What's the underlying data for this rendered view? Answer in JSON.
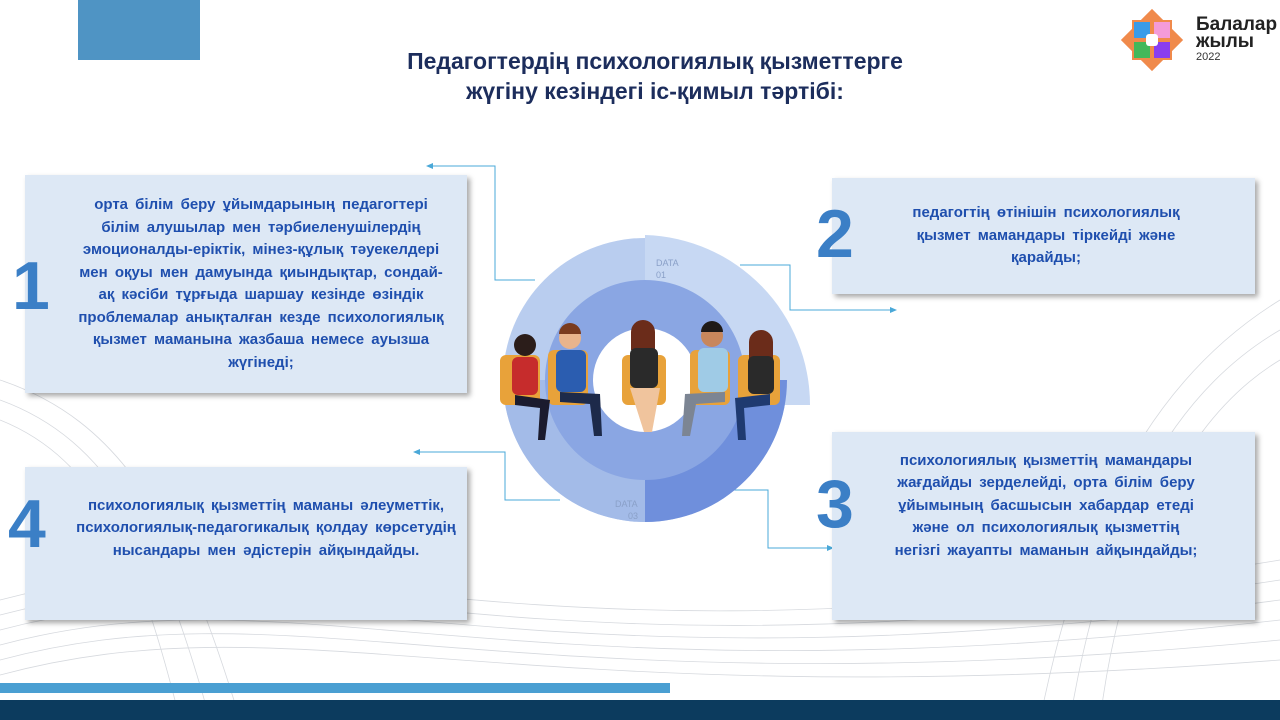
{
  "title": {
    "line1": "Педагогтердің психологиялық қызметтерге",
    "line2": "жүгіну кезіндегі іс-қимыл тәртібі:"
  },
  "logo": {
    "line1": "Балалар",
    "line2": "жылы",
    "year": "2022"
  },
  "steps": [
    {
      "number": "1",
      "text": "орта білім беру ұйымдарының педагогтері білім алушылар мен тәрбиеленушілердің эмоционалды-еріктік, мінез-құлық тәуекелдері мен оқуы мен дамуында қиындықтар, сондай-ақ кәсіби тұрғыда шаршау кезінде өзіндік проблемалар анықталған кезде психологиялық қызмет маманына жазбаша немесе ауызша жүгінеді;"
    },
    {
      "number": "2",
      "text": "педагогтің өтінішін психологиялық қызмет мамандары тіркейді және қарайды;"
    },
    {
      "number": "3",
      "text": "психологиялық қызметтің мамандары жағдайды зерделейді, орта білім беру ұйымының басшысын хабардар етеді және ол психологиялық қызметтің негізгі жауапты маманын айқындайды;"
    },
    {
      "number": "4",
      "text": "психологиялық қызметтің маманы әлеуметтік, психологиялық-педагогикалық қолдау көрсетудің нысандары мен әдістерін айқындайды."
    }
  ],
  "diagram_labels": {
    "data01_a": "DATA",
    "data01_b": "01",
    "data03_a": "DATA",
    "data03_b": "03"
  },
  "colors": {
    "accent": "#3b7fc6",
    "text": "#1f4fae",
    "title": "#1c2d5c",
    "box": "#dde8f5",
    "footer": "#0c3b5e"
  }
}
